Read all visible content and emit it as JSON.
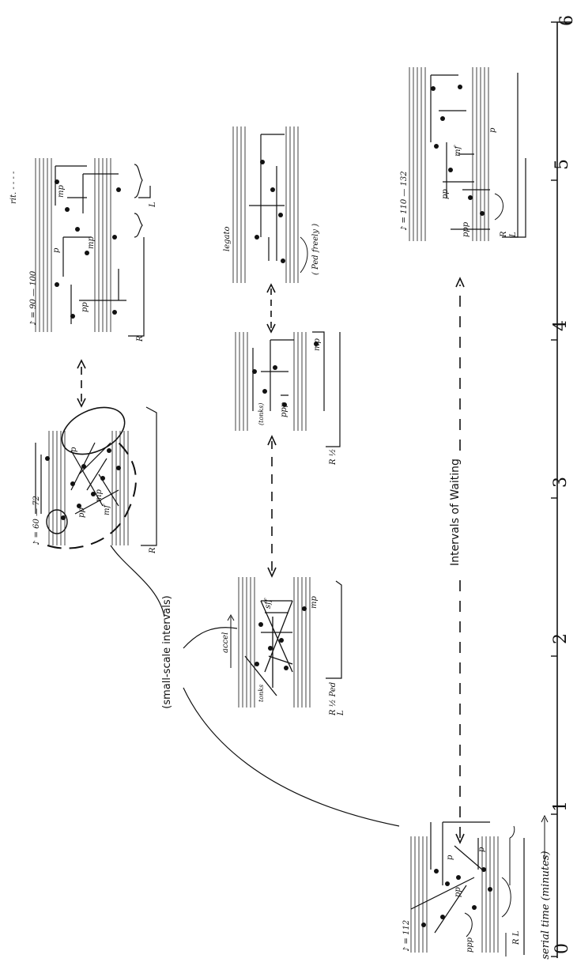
{
  "axis": {
    "label": "serial time (minutes)",
    "ticks": [
      "0",
      "1",
      "2",
      "3",
      "4",
      "5",
      "6"
    ]
  },
  "annotations": {
    "small_scale": "(small-scale intervals)",
    "waiting": "Intervals of Waiting"
  },
  "fragments": {
    "a": {
      "tempo": "♪ = 112",
      "dyn1": "ppp",
      "dyn2": "pp",
      "dyn3": "p",
      "dyn4": "p",
      "hand": "R L"
    },
    "b": {
      "tempo": "♪ = 60 — 72",
      "dyn1": "pp",
      "dyn2": "p",
      "dyn3": "mp",
      "dyn4": "mf",
      "hand": "R"
    },
    "c": {
      "tempo": "♪ = 90 — 100",
      "rit": "rit. - - - -",
      "dyn1": "pp",
      "dyn2": "mp",
      "dyn3": "mp",
      "dyn4": "p",
      "hand": "R",
      "hand2": "L"
    },
    "d": {
      "accel": "accel",
      "dyn1": "sff",
      "dyn2": "mp",
      "tonks": "tonks",
      "hand": "R ½ Ped",
      "hand2": "L"
    },
    "e": {
      "dyn1": "ppp",
      "dyn2": "mp",
      "tonks": "(tonks)",
      "hand": "R ½"
    },
    "f": {
      "legato": "legato",
      "ped": "( Ped freely )"
    },
    "g": {
      "tempo": "♪ = 110 — 132",
      "dyn1": "ppp",
      "dyn2": "pp",
      "dyn3": "mf",
      "dyn4": "p",
      "hand": "R",
      "hand2": "L"
    }
  }
}
